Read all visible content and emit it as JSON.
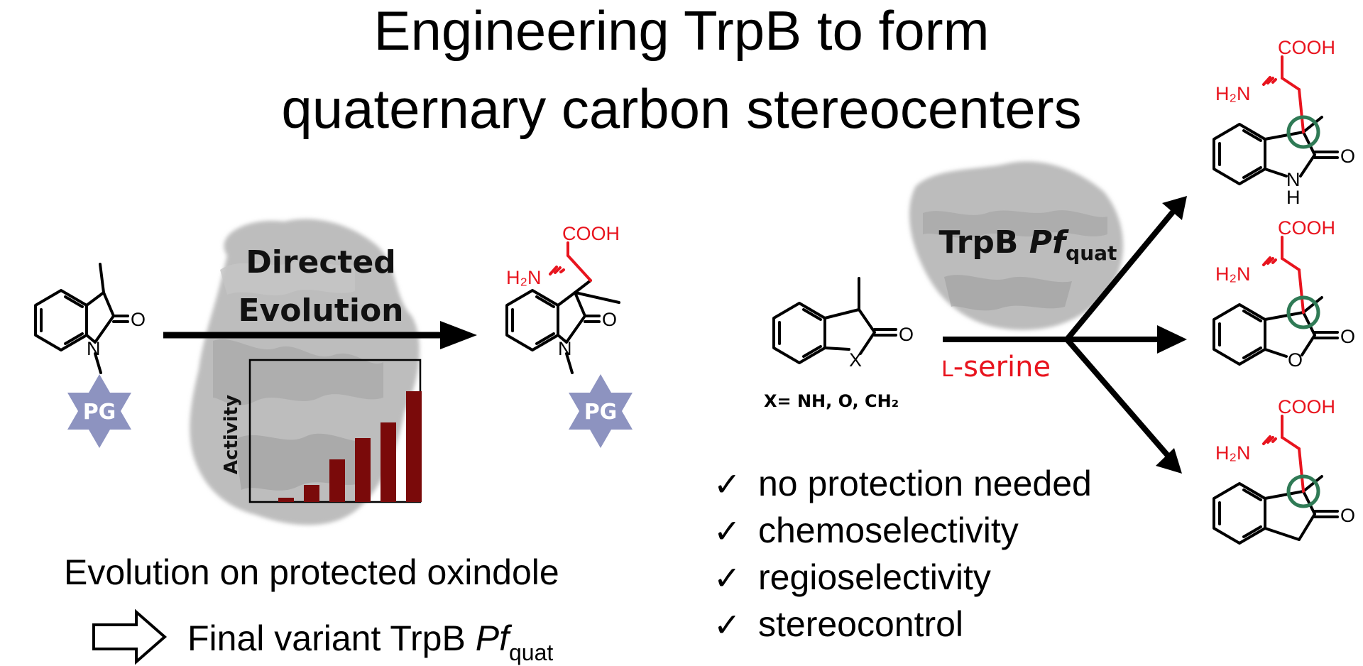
{
  "title": {
    "line1": "Engineering TrpB to form",
    "line2": "quaternary carbon stereocenters"
  },
  "left_panel": {
    "arrow_label_1": "Directed",
    "arrow_label_2": "Evolution",
    "inset_axis_label": "Activity",
    "protecting_group": "PG",
    "carbonyl_o": "O",
    "nitrogen": "N",
    "acid": "COOH",
    "amine": "H₂N",
    "caption_1": "Evolution on protected oxindole",
    "caption_2_prefix": "Final variant TrpB ",
    "caption_2_italic": "Pf",
    "caption_2_sub": "quat"
  },
  "activity_bars": {
    "values": [
      0.03,
      0.12,
      0.3,
      0.45,
      0.56,
      0.78
    ]
  },
  "right_panel": {
    "enzyme_prefix": "TrpB ",
    "enzyme_italic": "Pf",
    "enzyme_sub": "quat",
    "x_atom": "X",
    "carbonyl_o": "O",
    "x_def": "X= NH, O, CH₂",
    "reagent_smallcap": "L",
    "reagent_rest": "-serine",
    "products": [
      {
        "acid": "COOH",
        "amine": "H₂N",
        "ring_atom": "N",
        "ring_h": "H",
        "carbonyl_o": "O"
      },
      {
        "acid": "COOH",
        "amine": "H₂N",
        "ring_atom": "O",
        "carbonyl_o": "O"
      },
      {
        "acid": "COOH",
        "amine": "H₂N",
        "carbonyl_o": "O"
      }
    ],
    "checklist": [
      "no protection needed",
      "chemoselectivity",
      "regioselectivity",
      "stereocontrol"
    ],
    "check_mark": "✓"
  },
  "colors": {
    "red": "#e8141e",
    "pg_star": "#8d93c0",
    "bar": "#7a0a0a",
    "circle": "#2f7a55",
    "protein": "#9a9a9a"
  }
}
